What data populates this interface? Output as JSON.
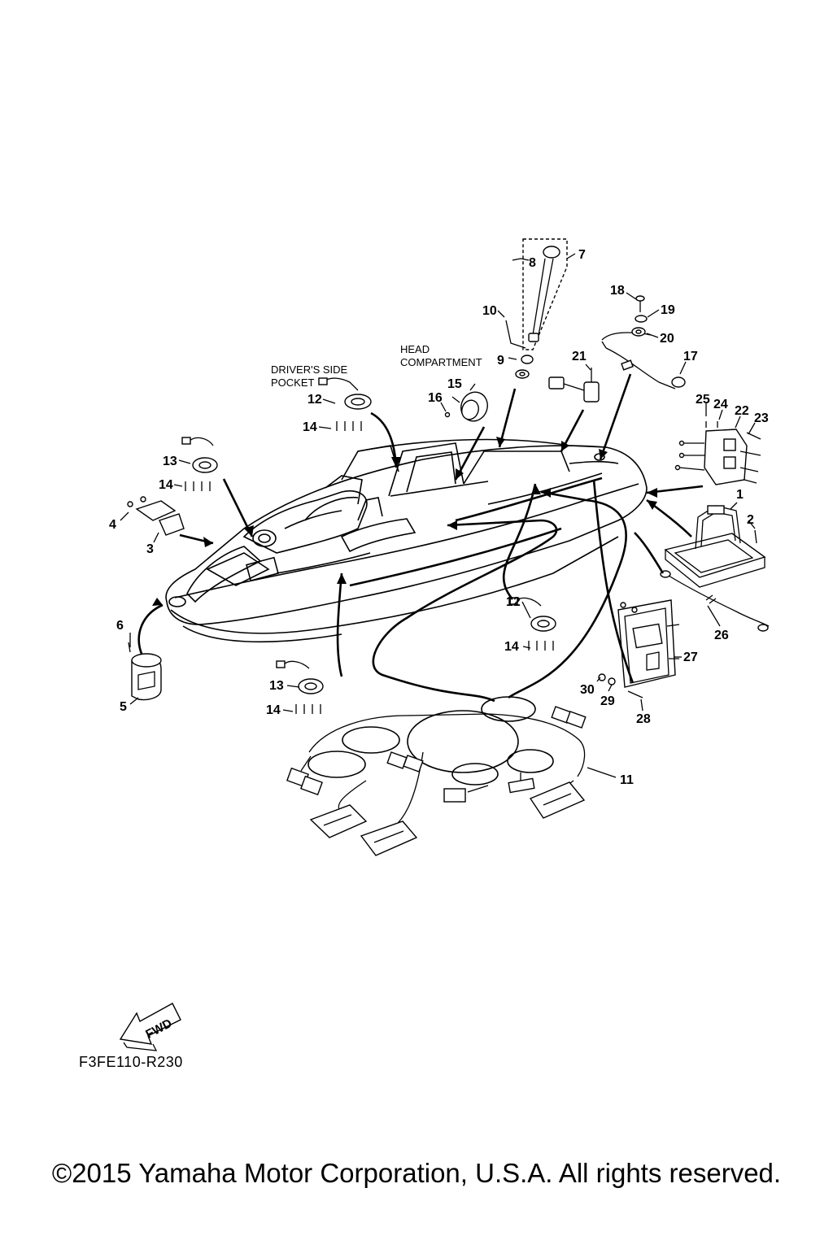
{
  "diagram": {
    "callouts": {
      "c1": "1",
      "c2": "2",
      "c3": "3",
      "c4": "4",
      "c5": "5",
      "c6": "6",
      "c7": "7",
      "c8": "8",
      "c9": "9",
      "c10": "10",
      "c11": "11",
      "c12a": "12",
      "c12b": "12",
      "c13a": "13",
      "c13b": "13",
      "c14a": "14",
      "c14b": "14",
      "c14c": "14",
      "c14d": "14",
      "c15": "15",
      "c16": "16",
      "c17": "17",
      "c18": "18",
      "c19": "19",
      "c20": "20",
      "c21": "21",
      "c22": "22",
      "c23": "23",
      "c24": "24",
      "c25": "25",
      "c26": "26",
      "c27": "27",
      "c28": "28",
      "c29": "29",
      "c30": "30"
    },
    "captions": {
      "driver_pocket_line1": "DRIVER'S SIDE",
      "driver_pocket_line2": "POCKET",
      "head_compartment_line1": "HEAD",
      "head_compartment_line2": "COMPARTMENT"
    },
    "fwd_label": "FWD",
    "drawing_code": "F3FE110-R230"
  },
  "footer": {
    "copyright": "©2015 Yamaha Motor Corporation, U.S.A. All rights reserved."
  }
}
